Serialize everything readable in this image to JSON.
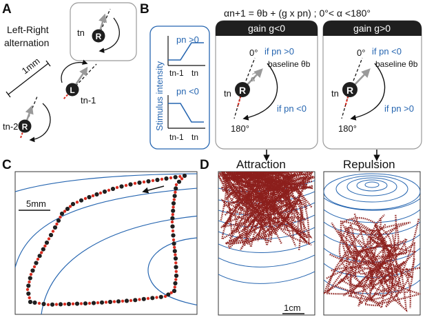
{
  "panels": {
    "a": "A",
    "b": "B",
    "c": "C",
    "d": "D"
  },
  "panel_a": {
    "title_line1": "Left-Right",
    "title_line2": "alternation",
    "scale": "1mm",
    "animal_right": "R",
    "animal_left": "L",
    "t_n": "tn",
    "t_n1": "tn-1",
    "t_n2": "tn-2"
  },
  "panel_b": {
    "equation": "αn+1 = θb + (g x pn) ;  0°< α <180°",
    "stimulus_axis": "Stimulus intensity",
    "p_pos": "pn >0",
    "p_neg": "pn <0",
    "tick_n1": "tn-1",
    "tick_n": "tn",
    "gain_neg_header": "gain g<0",
    "gain_pos_header": "gain g>0",
    "zero_deg": "0°",
    "one_eighty": "180°",
    "alpha": "α",
    "baseline": "baseline θb",
    "r": "R",
    "tn": "tn",
    "neg_top": "if  pn >0",
    "neg_bot": "if  pn <0",
    "pos_top": "if  pn <0",
    "pos_bot": "if  pn >0"
  },
  "panel_c": {
    "scale": "5mm"
  },
  "panel_d": {
    "attraction": "Attraction",
    "repulsion": "Repulsion",
    "scale": "1cm"
  },
  "colors": {
    "blue": "#2565b0",
    "red": "#d92b1f",
    "trail": "#8c1f1c",
    "dark": "#1f1f1f"
  }
}
